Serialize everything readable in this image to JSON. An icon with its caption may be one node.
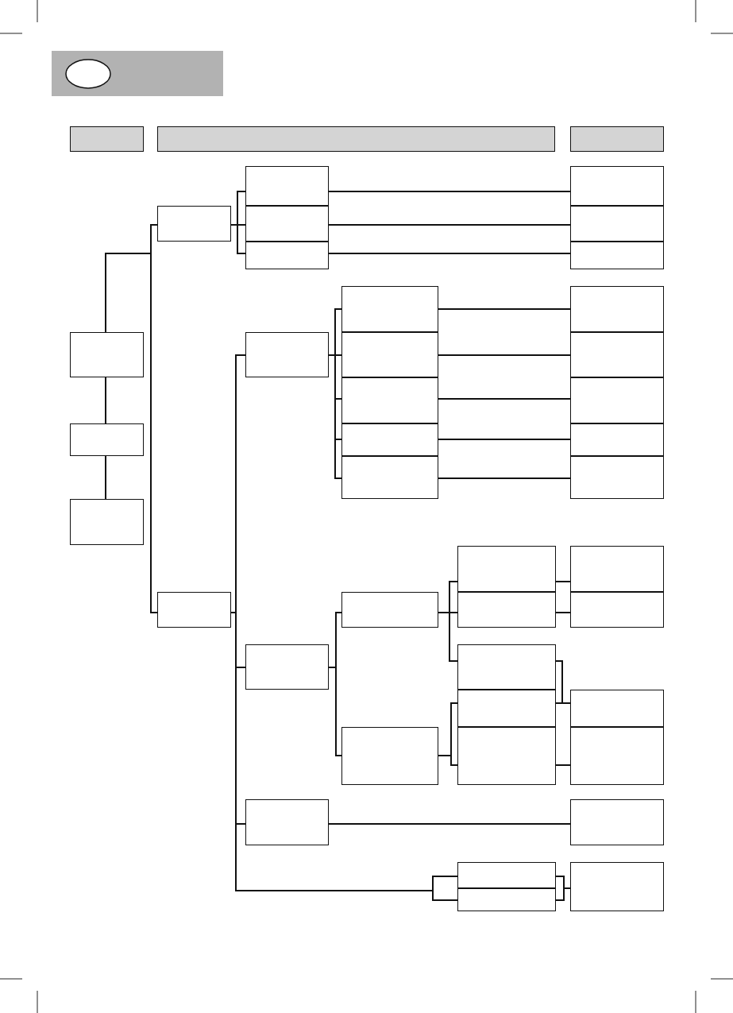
{
  "diagram": {
    "nodes": [
      {
        "text": [],
        "shape": "box"
      },
      {
        "text": [],
        "shape": "circle",
        "in": 0
      },
      {
        "text": [],
        "shape": "bar"
      },
      {
        "text": [],
        "shape": "bar"
      },
      {
        "text": [],
        "shape": "bar"
      },
      {
        "text": [],
        "shape": "box"
      },
      {
        "text": [],
        "shape": "box"
      },
      {
        "text": [],
        "shape": "box"
      },
      {
        "text": [],
        "shape": "box"
      },
      {
        "text": [],
        "shape": "box"
      },
      {
        "text": [],
        "shape": "box"
      },
      {
        "text": [],
        "shape": "box"
      },
      {
        "text": [],
        "shape": "box"
      },
      {
        "text": [],
        "shape": "box"
      },
      {
        "text": [],
        "shape": "box"
      },
      {
        "text": [],
        "shape": "box"
      },
      {
        "text": [],
        "shape": "box"
      },
      {
        "text": [],
        "shape": "box"
      },
      {
        "text": [],
        "shape": "box"
      },
      {
        "text": [],
        "shape": "box"
      },
      {
        "text": [],
        "shape": "box"
      },
      {
        "text": [],
        "shape": "box"
      },
      {
        "text": [],
        "shape": "box"
      },
      {
        "text": [],
        "shape": "box"
      },
      {
        "text": [],
        "shape": "box"
      },
      {
        "text": [],
        "shape": "box"
      },
      {
        "text": [],
        "shape": "box"
      },
      {
        "text": [],
        "shape": "box"
      },
      {
        "text": [],
        "shape": "box"
      },
      {
        "text": [],
        "shape": "box"
      },
      {
        "text": [],
        "shape": "box"
      },
      {
        "text": [],
        "shape": "box"
      },
      {
        "text": [],
        "shape": "box"
      },
      {
        "text": [],
        "shape": "box"
      },
      {
        "text": [],
        "shape": "box"
      },
      {
        "text": [],
        "shape": "box"
      },
      {
        "text": [],
        "shape": "box"
      },
      {
        "text": [],
        "shape": "box"
      },
      {
        "text": [],
        "shape": "box"
      },
      {
        "text": [],
        "shape": "box"
      },
      {
        "text": [],
        "shape": "box"
      },
      {
        "text": [],
        "shape": "box"
      },
      {
        "text": [],
        "shape": "box"
      },
      {
        "text": [],
        "shape": "box"
      }
    ],
    "edges": [
      {
        "from": 5,
        "to": 6,
        "arrow": "none"
      },
      {
        "from": 6,
        "to": 7,
        "arrow": "none"
      },
      {
        "from": 5,
        "to": 8,
        "arrow": "none"
      },
      {
        "from": 5,
        "to": 9,
        "arrow": "none"
      },
      {
        "from": 8,
        "to": 10,
        "arrow": "none"
      },
      {
        "from": 8,
        "to": 11,
        "arrow": "none"
      },
      {
        "from": 8,
        "to": 12,
        "arrow": "none"
      },
      {
        "from": 10,
        "to": 30,
        "arrow": "none"
      },
      {
        "from": 11,
        "to": 31,
        "arrow": "none"
      },
      {
        "from": 12,
        "to": 32,
        "arrow": "none"
      },
      {
        "from": 9,
        "to": 13,
        "arrow": "none"
      },
      {
        "from": 9,
        "to": 14,
        "arrow": "none"
      },
      {
        "from": 9,
        "to": 15,
        "arrow": "none"
      },
      {
        "from": 9,
        "to": 28,
        "arrow": "none"
      },
      {
        "from": 9,
        "to": 29,
        "arrow": "none"
      },
      {
        "from": 13,
        "to": 16,
        "arrow": "none"
      },
      {
        "from": 13,
        "to": 17,
        "arrow": "none"
      },
      {
        "from": 13,
        "to": 18,
        "arrow": "none"
      },
      {
        "from": 13,
        "to": 19,
        "arrow": "none"
      },
      {
        "from": 13,
        "to": 20,
        "arrow": "none"
      },
      {
        "from": 16,
        "to": 33,
        "arrow": "none"
      },
      {
        "from": 17,
        "to": 34,
        "arrow": "none"
      },
      {
        "from": 18,
        "to": 35,
        "arrow": "none"
      },
      {
        "from": 19,
        "to": 36,
        "arrow": "none"
      },
      {
        "from": 20,
        "to": 37,
        "arrow": "none"
      },
      {
        "from": 14,
        "to": 21,
        "arrow": "none"
      },
      {
        "from": 14,
        "to": 22,
        "arrow": "none"
      },
      {
        "from": 21,
        "to": 23,
        "arrow": "none"
      },
      {
        "from": 21,
        "to": 24,
        "arrow": "none"
      },
      {
        "from": 21,
        "to": 25,
        "arrow": "none"
      },
      {
        "from": 23,
        "to": 38,
        "arrow": "none"
      },
      {
        "from": 24,
        "to": 39,
        "arrow": "none"
      },
      {
        "from": 25,
        "to": 40,
        "arrow": "none"
      },
      {
        "from": 26,
        "to": 40,
        "arrow": "none"
      },
      {
        "from": 22,
        "to": 26,
        "arrow": "none"
      },
      {
        "from": 22,
        "to": 27,
        "arrow": "none"
      },
      {
        "from": 27,
        "to": 41,
        "arrow": "none"
      },
      {
        "from": 15,
        "to": 42,
        "arrow": "none"
      },
      {
        "from": 28,
        "to": 43,
        "arrow": "none"
      },
      {
        "from": 29,
        "to": 43,
        "arrow": "none"
      }
    ]
  }
}
